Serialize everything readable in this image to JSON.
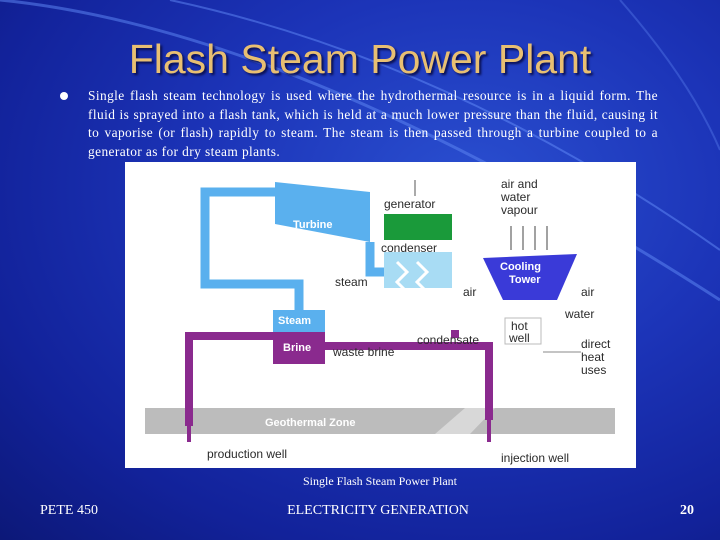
{
  "slide": {
    "title": "Flash Steam Power Plant",
    "bullet": "Single flash steam technology is used where the hydrothermal resource is in a liquid form. The fluid is sprayed into a flash tank, which is held at a much lower pressure than the fluid, causing it to vaporise (or flash) rapidly to steam. The steam is then passed through a turbine coupled to a generator as for dry steam plants.",
    "caption": "Single Flash Steam Power Plant"
  },
  "diagram": {
    "labels": {
      "generator": "generator",
      "turbine": "Turbine",
      "condenser": "condenser",
      "steam": "steam",
      "air_water_vapour_1": "air and",
      "air_water_vapour_2": "water",
      "air_water_vapour_3": "vapour",
      "cooling_tower_1": "Cooling",
      "cooling_tower_2": "Tower",
      "air_left": "air",
      "air_right": "air",
      "water": "water",
      "steam_tank": "Steam",
      "brine": "Brine",
      "waste_brine": "waste brine",
      "condensate": "condensate",
      "hot_well_1": "hot",
      "hot_well_2": "well",
      "direct_heat_uses_1": "direct",
      "direct_heat_uses_2": "heat",
      "direct_heat_uses_3": "uses",
      "geothermal_zone": "Geothermal Zone",
      "production_well": "production well",
      "injection_well": "injection well"
    }
  },
  "footer": {
    "left": "PETE 450",
    "center": "ELECTRICITY GENERATION",
    "page": "20"
  },
  "colors": {
    "background": "#1c34b8",
    "title": "#e8bf72",
    "steam_pipe": "#5ab0ee",
    "brine_pipe": "#8a2a8e",
    "generator": "#1a9a3a",
    "cooling_tower": "#3a3ad8"
  }
}
